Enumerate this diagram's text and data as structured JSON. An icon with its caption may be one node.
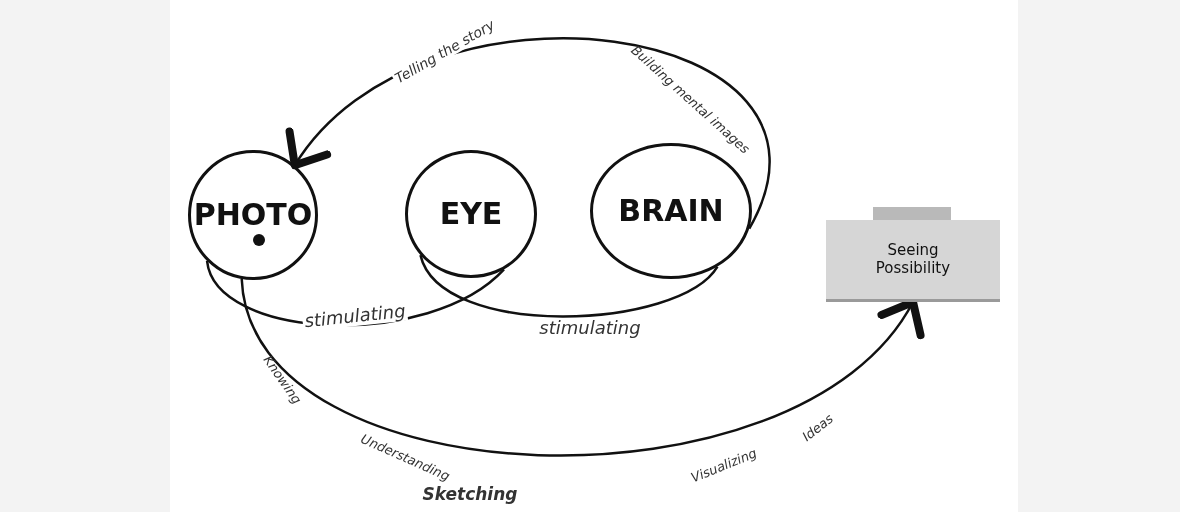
{
  "diagram": {
    "nodes": [
      {
        "text": [
          "PHOTO"
        ]
      },
      {
        "text": [
          "EYE"
        ]
      },
      {
        "text": [
          "BRAIN"
        ]
      },
      {
        "text": [
          "Seeing Possibility"
        ]
      }
    ],
    "edges": [
      {
        "from": 0,
        "to": 1,
        "arrow": "none",
        "label": "stimulating"
      },
      {
        "from": 1,
        "to": 2,
        "arrow": "none",
        "label": "stimulating"
      },
      {
        "from": 2,
        "to": 0,
        "arrow": "to",
        "label": "Telling the story"
      },
      {
        "from": 0,
        "to": 3,
        "arrow": "to",
        "label": "Sketching"
      }
    ],
    "labels": [
      "Building mental images",
      "Knowing",
      "Understanding",
      "Visualizing",
      "Ideas"
    ]
  }
}
